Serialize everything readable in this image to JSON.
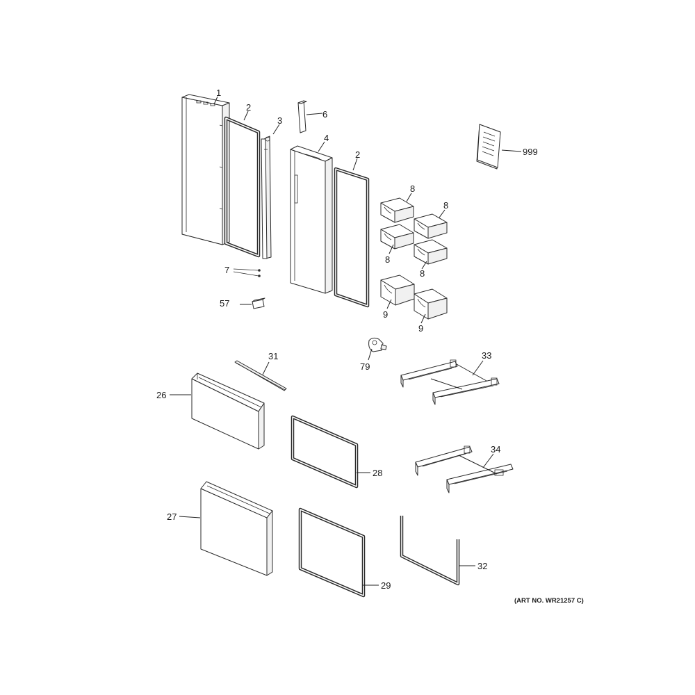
{
  "diagram": {
    "art_number": "(ART NO. WR21257 C)",
    "callouts": {
      "c1": "1",
      "c2a": "2",
      "c2b": "2",
      "c3": "3",
      "c4": "4",
      "c6": "6",
      "c7": "7",
      "c8a": "8",
      "c8b": "8",
      "c8c": "8",
      "c8d": "8",
      "c9a": "9",
      "c9b": "9",
      "c26": "26",
      "c27": "27",
      "c28": "28",
      "c29": "29",
      "c31": "31",
      "c32": "32",
      "c33": "33",
      "c34": "34",
      "c57": "57",
      "c79": "79",
      "c999": "999"
    }
  }
}
